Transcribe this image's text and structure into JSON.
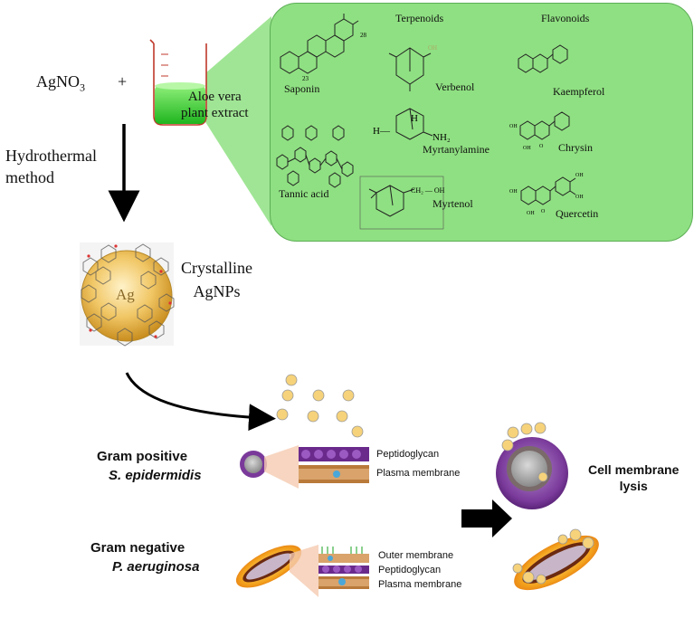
{
  "reactants": {
    "agno3_base": "AgNO",
    "agno3_sub": "3",
    "plus": "+",
    "extract_line1": "Aloe vera",
    "extract_line2": "plant extract"
  },
  "method": {
    "line1": "Hydrothermal",
    "line2": "method"
  },
  "product": {
    "ag_symbol": "Ag",
    "line1": "Crystalline",
    "line2": "AgNPs"
  },
  "panel": {
    "terpenoids_heading": "Terpenoids",
    "flavonoids_heading": "Flavonoids",
    "compounds": {
      "saponin": "Saponin",
      "verbenol": "Verbenol",
      "myrtanylamine": "Myrtanylamine",
      "myrtenol": "Myrtenol",
      "tannic_acid": "Tannic acid",
      "kaempferol": "Kaempferol",
      "chrysin": "Chrysin",
      "quercetin": "Quercetin"
    },
    "atom_labels": {
      "saponin_28": "28",
      "saponin_23": "23",
      "myrtenol_group": "CH₂ — OH",
      "myrtanylamine_h": "H",
      "myrtanylamine_h2": "H—",
      "myrtanylamine_nh2": "NH₂",
      "oh": "OH",
      "o": "O"
    }
  },
  "bacteria": {
    "gram_positive_title": "Gram positive",
    "gram_positive_species": "S. epidermidis",
    "gram_negative_title": "Gram negative",
    "gram_negative_species": "P. aeruginosa",
    "peptidoglycan": "Peptidoglycan",
    "plasma_membrane": "Plasma membrane",
    "outer_membrane": "Outer membrane",
    "peptidoglycan_neg": "Peptidoglycan",
    "plasma_membrane_neg": "Plasma membrane"
  },
  "result": {
    "line1": "Cell membrane",
    "line2": "lysis"
  },
  "colors": {
    "panel_fill": "#8fe082",
    "extract_green": "#33cc33",
    "silver_core": "#e8b84a",
    "gram_positive_purple": "#7a3a9a",
    "gram_negative_orange": "#f08a1a"
  }
}
